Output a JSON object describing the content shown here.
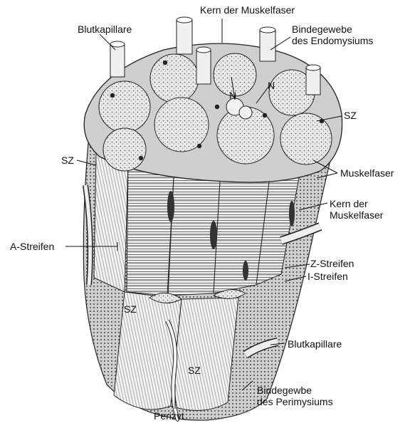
{
  "labels": {
    "kern_top": "Kern der Muskelfaser",
    "blutkapillare_top": "Blutkapillare",
    "bindegewebe_endo_line1": "Bindegewebe",
    "bindegewebe_endo_line2": "des Endomysiums",
    "sz_right": "SZ",
    "sz_left": "SZ",
    "n_left": "N",
    "n_right": "N",
    "muskelfaser": "Muskelfaser",
    "kern_mid_line1": "Kern der",
    "kern_mid_line2": "Muskelfaser",
    "a_streifen": "A-Streifen",
    "z_streifen": "Z-Streifen",
    "i_streifen": "I-Streifen",
    "sz_bottom_left": "SZ",
    "blutkapillare_bottom": "Blutkapillare",
    "sz_bottom_mid": "SZ",
    "bindegewebe_peri_line1": "Bindegewbe",
    "bindegewebe_peri_line2": "des Perimysiums",
    "perizyt": "Perizyt"
  },
  "colors": {
    "ink": "#1a1a1a",
    "tissue": "#d9d9d9",
    "fiber_light": "#f2f2f2",
    "fiber_mid": "#bdbdbd",
    "background": "#ffffff"
  }
}
